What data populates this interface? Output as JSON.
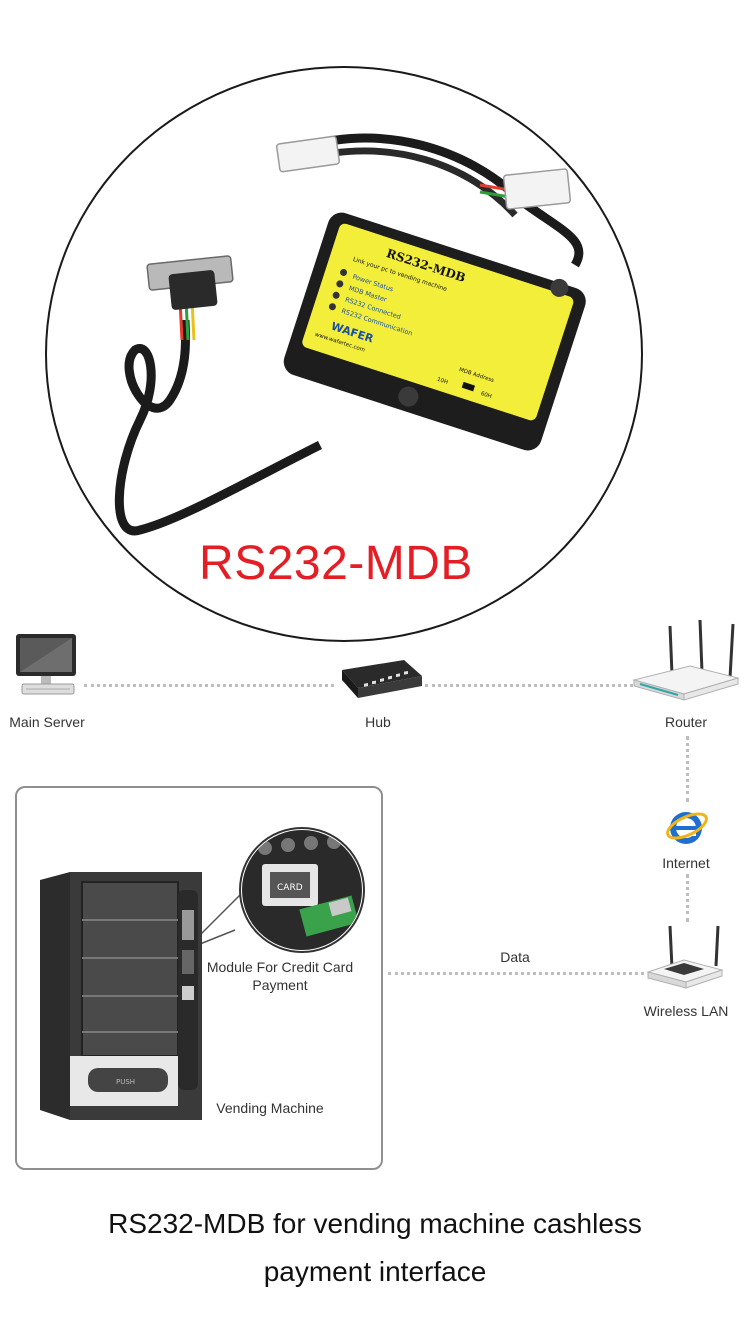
{
  "product": {
    "title": "RS232-MDB",
    "device_header": "RS232-MDB",
    "device_tagline": "Link your pc to vending machine",
    "indicators": [
      "Power Status",
      "MDB Master",
      "RS232 Connected",
      "RS232 Communication"
    ],
    "brand": "WAFER",
    "website": "www.wafertec.com",
    "mdb_address_label": "MDB Address",
    "switch_left": "10H",
    "switch_right": "60H"
  },
  "network": {
    "main_server": "Main Server",
    "hub": "Hub",
    "router": "Router",
    "internet": "Internet",
    "wireless_lan": "Wireless LAN",
    "data_link": "Data"
  },
  "vending": {
    "module_label_line1": "Module For Credit Card",
    "module_label_line2": "Payment",
    "machine_label": "Vending Machine",
    "push_label": "PUSH",
    "card_label": "CARD"
  },
  "caption": {
    "line1": "RS232-MDB for vending machine cashless",
    "line2": "payment interface"
  },
  "colors": {
    "title_red": "#e31e24",
    "device_yellow": "#f2ee3a",
    "dotted_line": "#bdbdbd",
    "panel_border": "#8f8f8f"
  }
}
